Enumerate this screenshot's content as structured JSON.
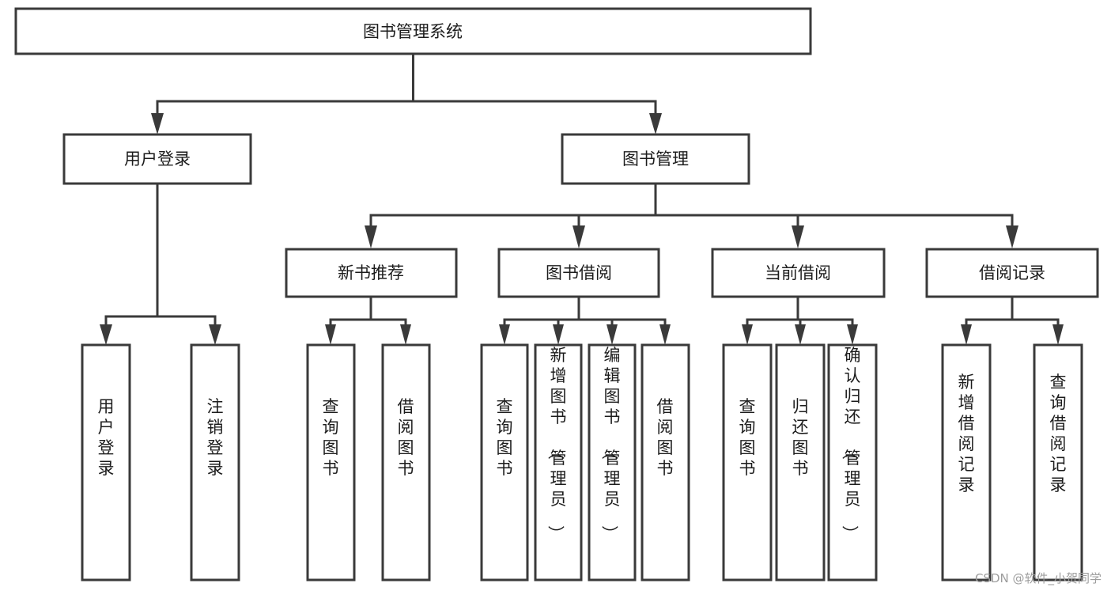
{
  "diagram": {
    "type": "tree-hierarchy",
    "title": "图书管理系统",
    "watermark": "CSDN @软件_小贺同学",
    "colors": {
      "box_stroke": "#3a3a3a",
      "box_fill": "#ffffff",
      "text": "#1c1c1c",
      "connector": "#3a3a3a",
      "background": "#ffffff",
      "watermark": "#9d9d9d"
    },
    "levels": [
      {
        "level": 1,
        "nodes": [
          {
            "id": "root",
            "label": "图书管理系统",
            "orientation": "horizontal"
          }
        ]
      },
      {
        "level": 2,
        "nodes": [
          {
            "id": "user-login",
            "label": "用户登录",
            "orientation": "horizontal",
            "parent": "root"
          },
          {
            "id": "book-manage",
            "label": "图书管理",
            "orientation": "horizontal",
            "parent": "root"
          }
        ]
      },
      {
        "level": 3,
        "nodes": [
          {
            "id": "new-book-recommend",
            "label": "新书推荐",
            "orientation": "horizontal",
            "parent": "book-manage"
          },
          {
            "id": "book-borrow",
            "label": "图书借阅",
            "orientation": "horizontal",
            "parent": "book-manage"
          },
          {
            "id": "current-borrow",
            "label": "当前借阅",
            "orientation": "horizontal",
            "parent": "book-manage"
          },
          {
            "id": "borrow-record",
            "label": "借阅记录",
            "orientation": "horizontal",
            "parent": "book-manage"
          }
        ]
      },
      {
        "level": 4,
        "nodes": [
          {
            "id": "leaf-user-login",
            "label": "用户登录",
            "orientation": "vertical",
            "parent": "user-login"
          },
          {
            "id": "leaf-logout",
            "label": "注销登录",
            "orientation": "vertical",
            "parent": "user-login"
          },
          {
            "id": "leaf-query-book-1",
            "label": "查询图书",
            "orientation": "vertical",
            "parent": "new-book-recommend"
          },
          {
            "id": "leaf-borrow-book-1",
            "label": "借阅图书",
            "orientation": "vertical",
            "parent": "new-book-recommend"
          },
          {
            "id": "leaf-query-book-2",
            "label": "查询图书",
            "orientation": "vertical",
            "parent": "book-borrow"
          },
          {
            "id": "leaf-add-book",
            "label": "新增图书（管理员）",
            "orientation": "vertical",
            "parent": "book-borrow"
          },
          {
            "id": "leaf-edit-book",
            "label": "编辑图书（管理员）",
            "orientation": "vertical",
            "parent": "book-borrow"
          },
          {
            "id": "leaf-borrow-book-2",
            "label": "借阅图书",
            "orientation": "vertical",
            "parent": "book-borrow"
          },
          {
            "id": "leaf-query-book-3",
            "label": "查询图书",
            "orientation": "vertical",
            "parent": "current-borrow"
          },
          {
            "id": "leaf-return-book",
            "label": "归还图书",
            "orientation": "vertical",
            "parent": "current-borrow"
          },
          {
            "id": "leaf-confirm-return",
            "label": "确认归还（管理员）",
            "orientation": "vertical",
            "parent": "current-borrow"
          },
          {
            "id": "leaf-add-record",
            "label": "新增借阅记录",
            "orientation": "vertical",
            "parent": "borrow-record"
          },
          {
            "id": "leaf-query-record",
            "label": "查询借阅记录",
            "orientation": "vertical",
            "parent": "borrow-record"
          }
        ]
      }
    ]
  }
}
